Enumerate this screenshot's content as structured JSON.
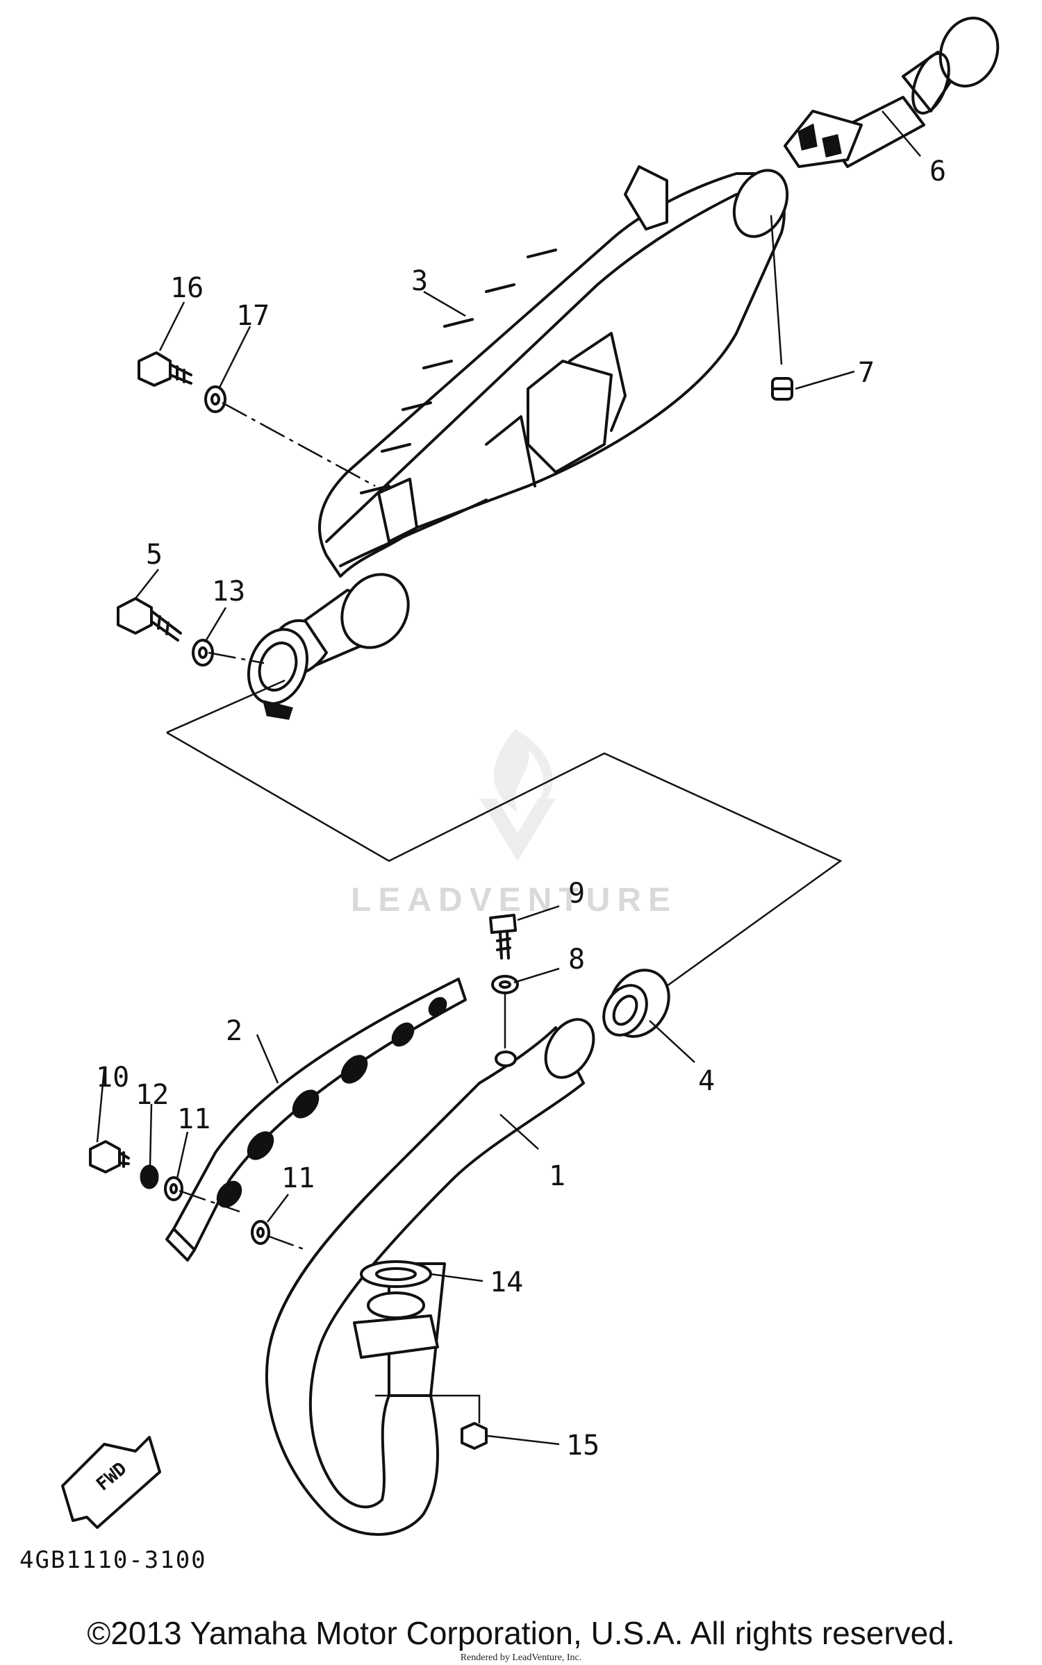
{
  "diagram": {
    "part_code": "4GB1110-3100",
    "direction_label": "FWD",
    "watermark": "LEADVENTURE",
    "callouts": [
      "1",
      "2",
      "3",
      "4",
      "5",
      "6",
      "7",
      "8",
      "9",
      "10",
      "11",
      "11",
      "12",
      "13",
      "14",
      "15",
      "16",
      "17"
    ]
  },
  "footer": {
    "copyright": "©2013 Yamaha Motor Corporation, U.S.A. All rights reserved.",
    "rendered_by": "Rendered by LeadVenture, Inc."
  }
}
